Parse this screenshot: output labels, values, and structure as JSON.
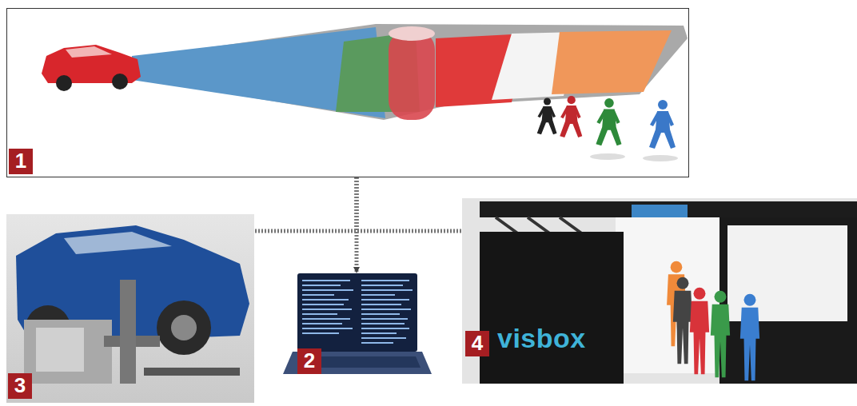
{
  "diagram": {
    "nodes": [
      {
        "text": [
          "1"
        ]
      },
      {
        "text": [
          "2"
        ]
      },
      {
        "text": [
          "3"
        ]
      },
      {
        "text": [
          "4"
        ]
      }
    ],
    "edges": [
      {
        "from": 0,
        "to": 1,
        "arrow": "to"
      },
      {
        "from": 0,
        "to": 2,
        "arrow": "none"
      },
      {
        "from": 0,
        "to": 3,
        "arrow": "none"
      }
    ],
    "labels": [
      "visbox"
    ]
  }
}
